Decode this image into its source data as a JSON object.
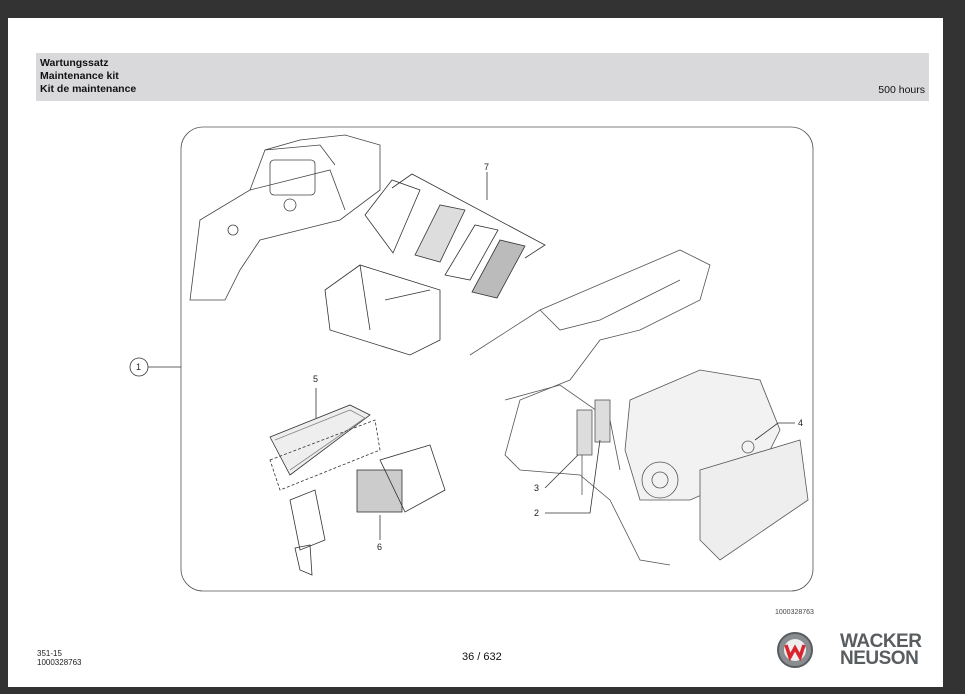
{
  "header": {
    "title_de": "Wartungssatz",
    "title_en": "Maintenance kit",
    "title_fr": "Kit de maintenance",
    "interval": "500 hours"
  },
  "diagram": {
    "callouts": [
      "1",
      "2",
      "3",
      "4",
      "5",
      "6",
      "7"
    ],
    "figure_id": "1000328763"
  },
  "footer": {
    "model": "351-15",
    "doc_number": "1000328763",
    "page": "36 / 632",
    "brand_line1": "WACKER",
    "brand_line2": "NEUSON",
    "brand_color": "#5a5d60",
    "logo_accent": "#d9262e"
  }
}
